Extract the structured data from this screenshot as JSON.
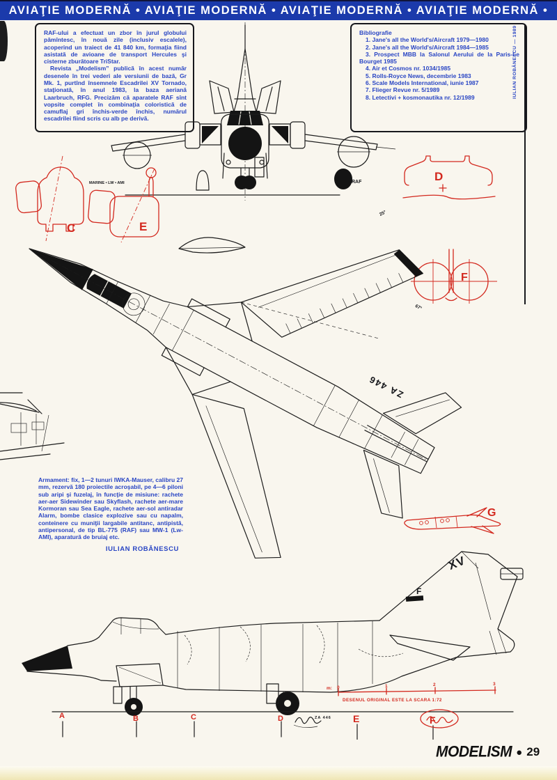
{
  "banner": {
    "text": "AVIAŢIE MODERNĂ • AVIAŢIE MODERNĂ • AVIAŢIE MODERNĂ • AVIAŢIE MODERNĂ •"
  },
  "intro_box": {
    "para1": "RAF-ului a efectuat un zbor în jurul globului pămîntesc, în nouă zile (inclusiv escalele), acoperind un traiect de 41 840 km, formaţia fiind asistată de avioane de transport Hercules şi cisterne zburătoare TriStar.",
    "para2": "Revista „Modelism” publică în acest număr desenele în trei vederi ale versiunii de bază, Gr Mk. 1, purtînd însemnele Escadrilei XV Tornado, staţionată, în anul 1983, la baza aeriană Laarbruch, RFG. Precizăm că aparatele RAF sînt vopsite complet în combinaţia coloristică de camuflaj gri închis-verde închis, numărul escadrilei fiind scris cu alb pe derivă."
  },
  "biblio_box": {
    "title": "Bibliografie",
    "items": [
      "1. Jane's all the World's/Aircraft 1979—1980",
      "2. Jane's all the World's/Aircraft 1984—1985",
      "3. Prospect MBB la Salonul Aerului de la Paris-Le Bourget 1985",
      "4. Air et Cosmos nr. 1034/1985",
      "5. Rolls-Royce News, decembrie 1983",
      "6. Scale Models International, iunie 1987",
      "7. Flieger Revue nr. 5/1989",
      "8. Letectivi + kosmonautika nr. 12/1989"
    ]
  },
  "credit_vertical": "IULIAN ROBĂNESCU — 1989",
  "armament": {
    "text": "Armament: fix, 1—2 tunuri IWKA-Mauser, calibru 27 mm, rezervă 180 proiectile acroşabil, pe 4—6 piloni sub aripi şi fuzelaj, în funcţie de misiune: rachete aer-aer Sidewinder sau Skyflash, rachete aer-mare Kormoran sau Sea Eagle, rachete aer-sol antiradar Alarm, bombe clasice explozive sau cu napalm, conteinere cu muniţii largabile antitanc, antipistă, antipersonal, de tip BL-775 (RAF) sau MW-1 (Lw-AMI), aparatură de bruiaj etc.",
    "signature": "IULIAN ROBĂNESCU"
  },
  "labels": {
    "raf": "RAF",
    "marine_lw_ami": "MARINE • LW • AMI",
    "detail_c": "C",
    "detail_d": "D",
    "detail_e": "E",
    "detail_f": "F",
    "detail_g": "G",
    "sweep_25": "25°",
    "sweep_67": "67°",
    "wing_serial": "ZA 446",
    "fin_code": "XV",
    "fin_letter": "F",
    "serial_small": "ZA 446"
  },
  "scale_bar": {
    "unit": "m:",
    "ticks": [
      "0",
      "1",
      "2",
      "3"
    ],
    "caption": "DESENUL ORIGINAL ESTE LA SCARA 1:72"
  },
  "section_markers": [
    "A",
    "B",
    "C",
    "D",
    "E",
    "F"
  ],
  "footer": {
    "logo": "MODELISM",
    "separator": "●",
    "issue": "29"
  },
  "colors": {
    "banner_blue": "#1b3aab",
    "text_blue": "#2a46c4",
    "accent_red": "#d3281e",
    "ink": "#1c1c1c"
  }
}
